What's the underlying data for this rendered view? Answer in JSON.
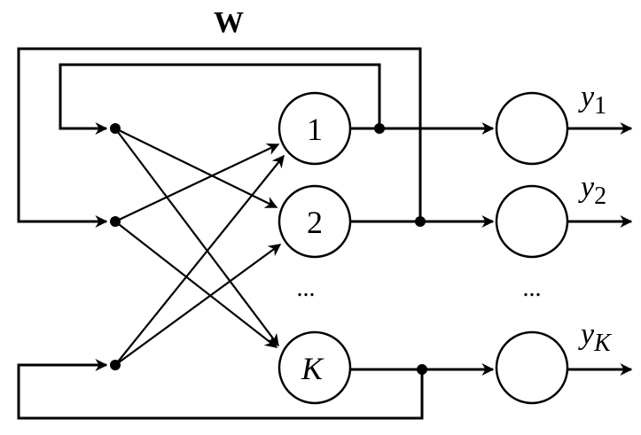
{
  "diagram": {
    "type": "recurrent-neural-network",
    "weight_label": "W",
    "neurons": [
      {
        "id": "1",
        "label": "1"
      },
      {
        "id": "2",
        "label": "2"
      },
      {
        "id": "K",
        "label": "K"
      }
    ],
    "ellipsis_neurons": "...",
    "ellipsis_outputs": "...",
    "outputs": [
      {
        "id": "y1",
        "base": "y",
        "sub": "1"
      },
      {
        "id": "y2",
        "base": "y",
        "sub": "2"
      },
      {
        "id": "yK",
        "base": "y",
        "sub": "K"
      }
    ]
  }
}
